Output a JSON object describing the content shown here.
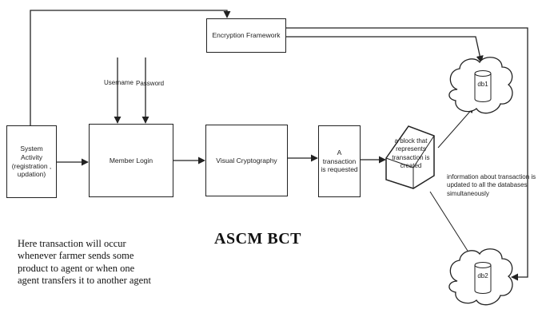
{
  "nodes": {
    "system_activity": "System Activity (registration , updation)",
    "member_login": "Member Login",
    "visual_cryptography": "Visual Cryptography",
    "transaction_requested": "A transaction is requested",
    "block_created": "a block that represents transaction is created",
    "encryption_framework": "Encryption Framework",
    "db1": "db1",
    "db2": "db2"
  },
  "labels": {
    "username": "Username",
    "password": "Password",
    "db_update_note": "information about transaction is updated to all the databases simultaneously"
  },
  "title": "ASCM BCT",
  "note": "Here  transaction will occur whenever farmer sends some product to agent or when one agent transfers it to another agent"
}
